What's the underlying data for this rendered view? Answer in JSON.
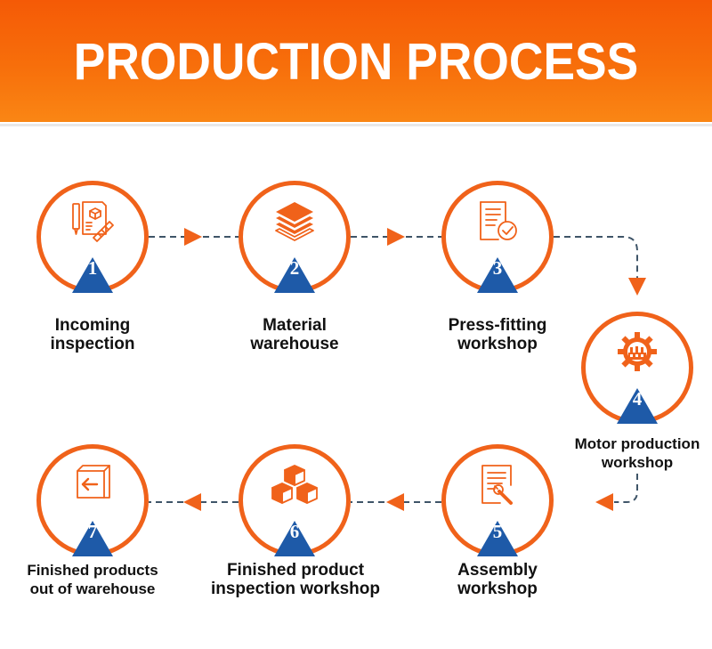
{
  "header": {
    "title": "PRODUCTION PROCESS"
  },
  "colors": {
    "accent": "#f0621a",
    "banner_top": "#f55a06",
    "banner_bottom": "#fa8614",
    "badge": "#1e5aa8",
    "connector": "#3f5568",
    "arrow": "#f0621a"
  },
  "steps": [
    {
      "number": "1",
      "line1": "Incoming",
      "line2": "inspection",
      "icon": "inspection-documents-icon"
    },
    {
      "number": "2",
      "line1": "Material",
      "line2": "warehouse",
      "icon": "layers-stack-icon"
    },
    {
      "number": "3",
      "line1": "Press-fitting",
      "line2": "workshop",
      "icon": "checked-document-icon"
    },
    {
      "number": "4",
      "line1": "Motor production",
      "line2": "workshop",
      "icon": "gear-factory-icon"
    },
    {
      "number": "5",
      "line1": "Assembly",
      "line2": "workshop",
      "icon": "document-wrench-icon"
    },
    {
      "number": "6",
      "line1": "Finished product",
      "line2": "inspection workshop",
      "icon": "stacked-boxes-icon"
    },
    {
      "number": "7",
      "line1": "Finished products",
      "line2": "out of warehouse",
      "icon": "box-exit-arrow-icon"
    }
  ]
}
